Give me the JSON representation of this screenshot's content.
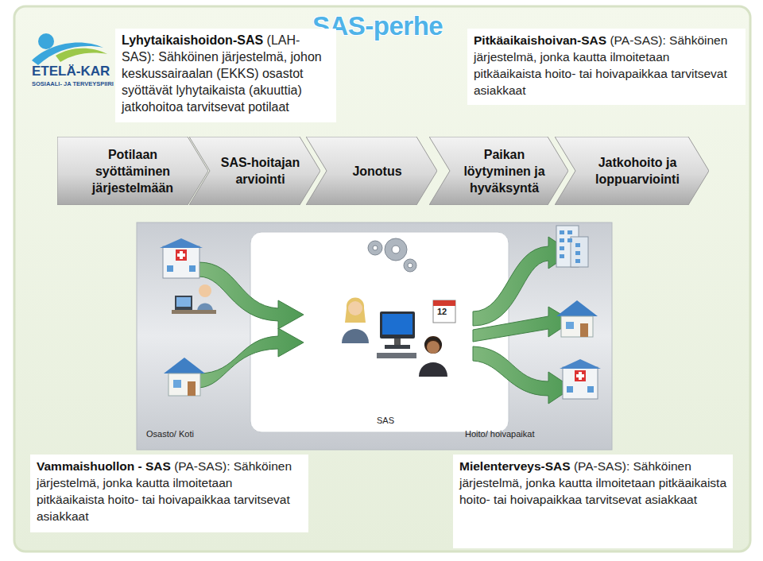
{
  "diagram": {
    "title": "SAS-perhe",
    "nodes": [
      {
        "text": [
          "Lyhytaikaishoidon-SAS",
          "(LAH-SAS): Sähköinen järjestelmä, johon keskussairaalan (EKKS) osastot syöttävät lyhytaikaista (akuuttia) jatkohoitoa tarvitsevat potilaat"
        ]
      },
      {
        "text": [
          "Pitkäaikaishoivan-SAS",
          "(PA-SAS): Sähköinen järjestelmä, jonka kautta ilmoitetaan pitkäaikaista hoito- tai hoivapaikkaa tarvitsevat asiakkaat"
        ]
      },
      {
        "text": [
          "Potilaan syöttäminen järjestelmään"
        ]
      },
      {
        "text": [
          "SAS-hoitajan arviointi"
        ]
      },
      {
        "text": [
          "Jonotus"
        ]
      },
      {
        "text": [
          "Paikan löytyminen ja hyväksyntä"
        ]
      },
      {
        "text": [
          "Jatkohoito ja loppuarviointi"
        ]
      },
      {
        "text": [
          "Vammaishuollon - SAS",
          "(PA-SAS): Sähköinen järjestelmä, jonka kautta ilmoitetaan pitkäaikaista hoito- tai hoivapaikkaa tarvitsevat asiakkaat"
        ]
      },
      {
        "text": [
          "Mielenterveys-SAS",
          "(PA-SAS): Sähköinen järjestelmä, jonka kautta ilmoitetaan pitkäaikaista hoito- tai hoivapaikkaa tarvitsevat asiakkaat"
        ]
      }
    ],
    "labels": [
      "ETELÄ-KAR",
      "SOSIAALI- JA TERVEYSPIIRI",
      "12",
      "Osasto/ Koti",
      "SAS",
      "Hoito/ hoivapaikat"
    ]
  }
}
